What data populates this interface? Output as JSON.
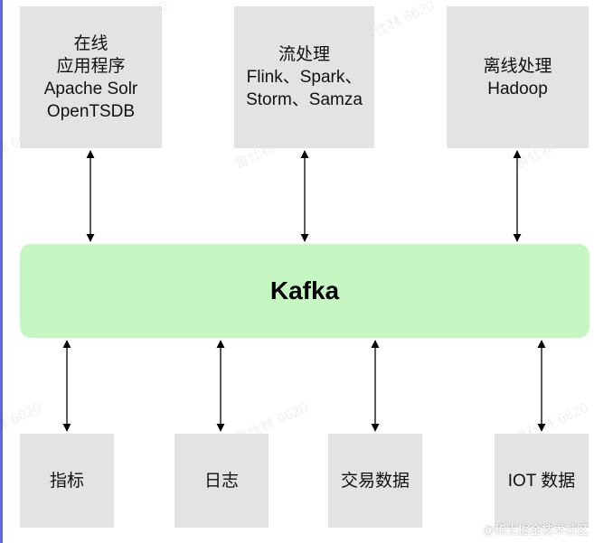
{
  "top_boxes": [
    {
      "lines": [
        "在线",
        "应用程序",
        "Apache Solr",
        "OpenTSDB"
      ]
    },
    {
      "lines": [
        "流处理",
        "Flink、Spark、",
        "Storm、Samza"
      ]
    },
    {
      "lines": [
        "离线处理",
        "Hadoop"
      ]
    }
  ],
  "hub": {
    "label": "Kafka"
  },
  "bottom_boxes": [
    {
      "label": "指标"
    },
    {
      "label": "日志"
    },
    {
      "label": "交易数据"
    },
    {
      "label": "IOT 数据"
    }
  ],
  "watermark": "鲁仕林 6620",
  "credit": "@稀土掘金技术社区",
  "colors": {
    "box_fill": "#e3e3e3",
    "hub_fill": "#c6f7c3",
    "arrow": "#000000"
  }
}
